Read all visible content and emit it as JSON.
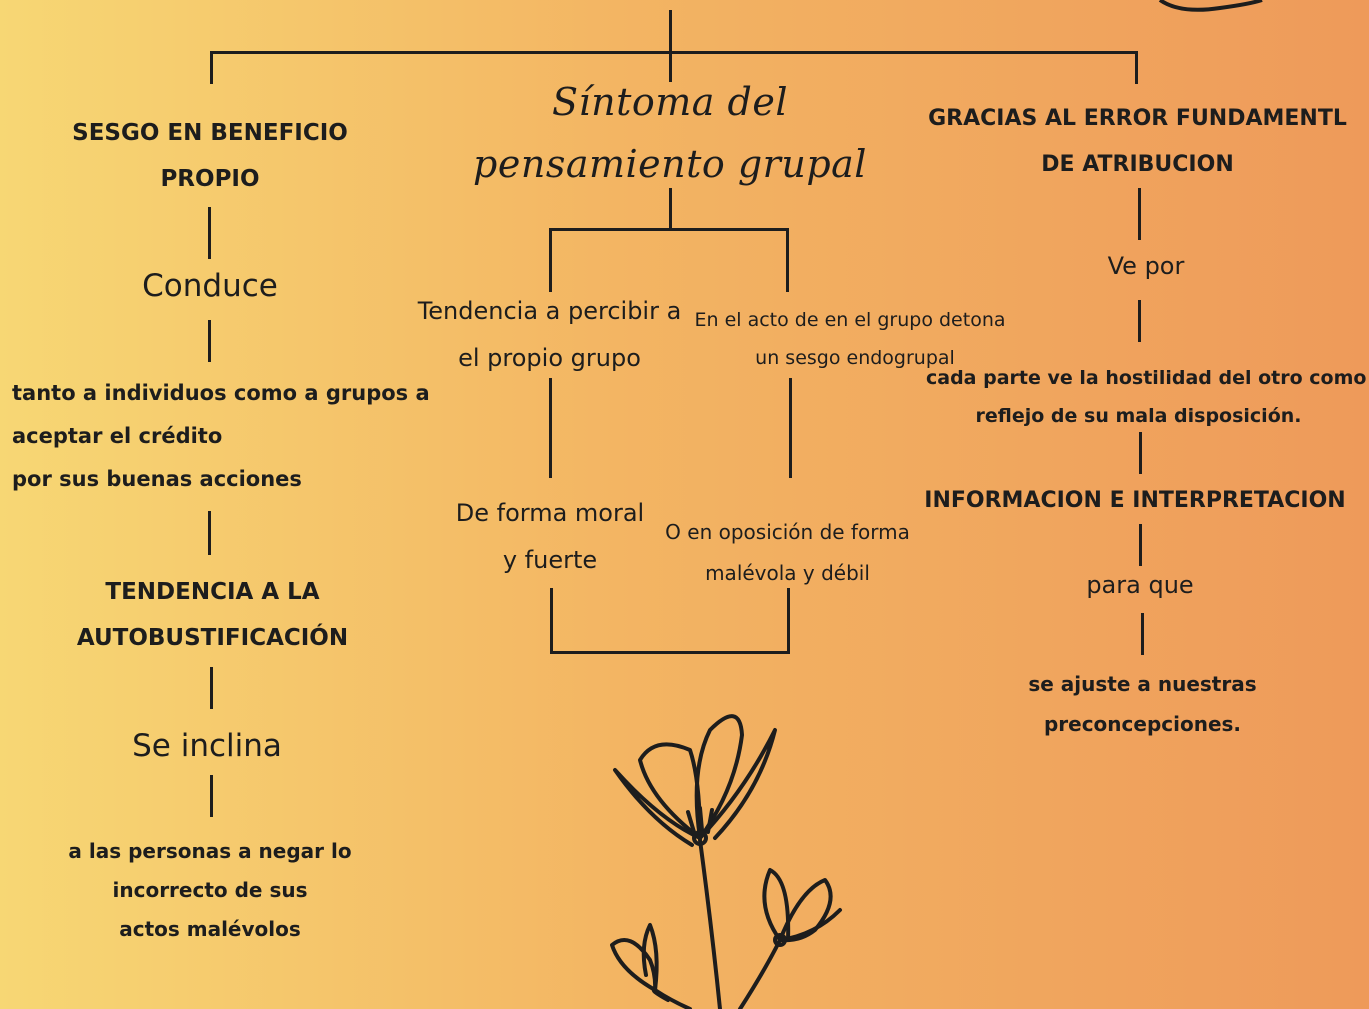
{
  "center": {
    "title_line1": "Síntoma del",
    "title_line2": "pensamiento grupal",
    "left_line1": "Tendencia a percibir a",
    "left_line2": "el propio grupo",
    "right_line1": "En el acto de en el grupo detona",
    "right_line2": "un sesgo endogrupal",
    "bottom_left_line1": "De forma moral",
    "bottom_left_line2": "y fuerte",
    "bottom_right_line1": "O en oposición de forma",
    "bottom_right_line2": "malévola y débil"
  },
  "left": {
    "header_line1": "SESGO EN BENEFICIO",
    "header_line2": "PROPIO",
    "link1": "Conduce",
    "text1_line1": "tanto a individuos como a grupos a",
    "text1_line2": "aceptar el crédito",
    "text1_line3": "por sus buenas acciones",
    "header2_line1": "TENDENCIA A LA",
    "header2_line2": "AUTOBUSTIFICACIÓN",
    "link2": "Se inclina",
    "text2_line1": "a las personas a negar lo",
    "text2_line2": "incorrecto de sus",
    "text2_line3": "actos malévolos"
  },
  "right": {
    "header_line1": "GRACIAS AL ERROR FUNDAMENTL",
    "header_line2": "DE ATRIBUCION",
    "link1": "Ve por",
    "text1_line1": "cada parte ve la hostilidad del otro como",
    "text1_line2": "reflejo de su mala disposición.",
    "header2": "INFORMACION E INTERPRETACION",
    "link2": "para que",
    "text2_line1": "se ajuste a nuestras",
    "text2_line2": "preconcepciones."
  }
}
